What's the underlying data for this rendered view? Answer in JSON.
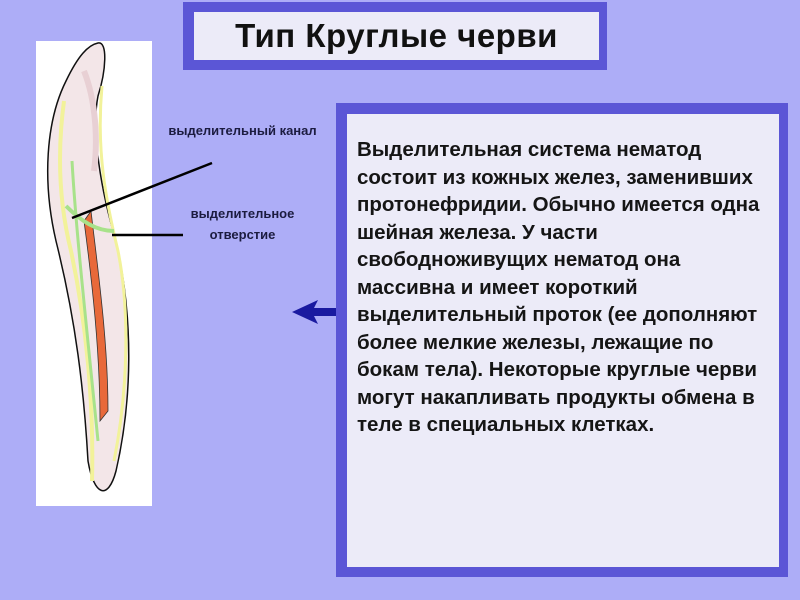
{
  "title": "Тип Круглые черви",
  "figure": {
    "label_canal": "выделительный канал",
    "label_pore": "выделительное отверстие"
  },
  "description": "Выделительная система нематод состоит из кожных желез, заменивших протонефридии. Обычно имеется одна шейная железа. У части свободноживущих нематод она массивна и имеет короткий выделительный проток (ее дополняют более мелкие железы, лежащие по бокам тела). Некоторые круглые черви могут накапливать продукты обмена в теле в специальных клетках.",
  "colors": {
    "background": "#adadf7",
    "frame": "#5b56d6",
    "arrow": "#1a1aa0"
  }
}
